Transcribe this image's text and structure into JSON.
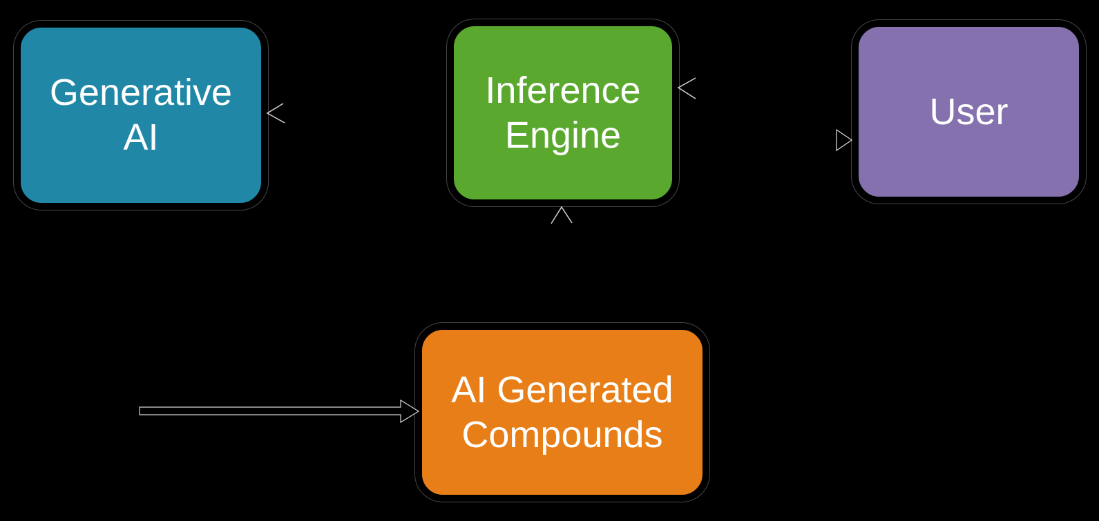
{
  "colors": {
    "background": "#000000",
    "text": "#ffffff",
    "arrow_outline": "#d6d6d6",
    "node_border": "#000000"
  },
  "diagram": {
    "type": "flowchart",
    "nodes": [
      {
        "id": "generative-ai",
        "label": "Generative\nAI",
        "color": "#2087a7"
      },
      {
        "id": "inference-engine",
        "label": "Inference\nEngine",
        "color": "#5ba82f"
      },
      {
        "id": "user",
        "label": "User",
        "color": "#8471ae"
      },
      {
        "id": "ai-generated-compounds",
        "label": "AI Generated\nCompounds",
        "color": "#e87e17"
      }
    ],
    "edges": [
      {
        "to": "generative-ai",
        "enters_side": "right",
        "head": "open-chevron",
        "shaft_visible": false
      },
      {
        "to": "inference-engine",
        "enters_side": "right",
        "head": "open-chevron",
        "shaft_visible": false
      },
      {
        "to": "inference-engine",
        "enters_side": "bottom",
        "head": "open-chevron",
        "shaft_visible": false
      },
      {
        "to": "user",
        "enters_side": "left",
        "head": "closed-triangle",
        "shaft_visible": false
      },
      {
        "to": "ai-generated-compounds",
        "enters_side": "left",
        "head": "closed-triangle",
        "shaft_visible": true
      }
    ]
  }
}
